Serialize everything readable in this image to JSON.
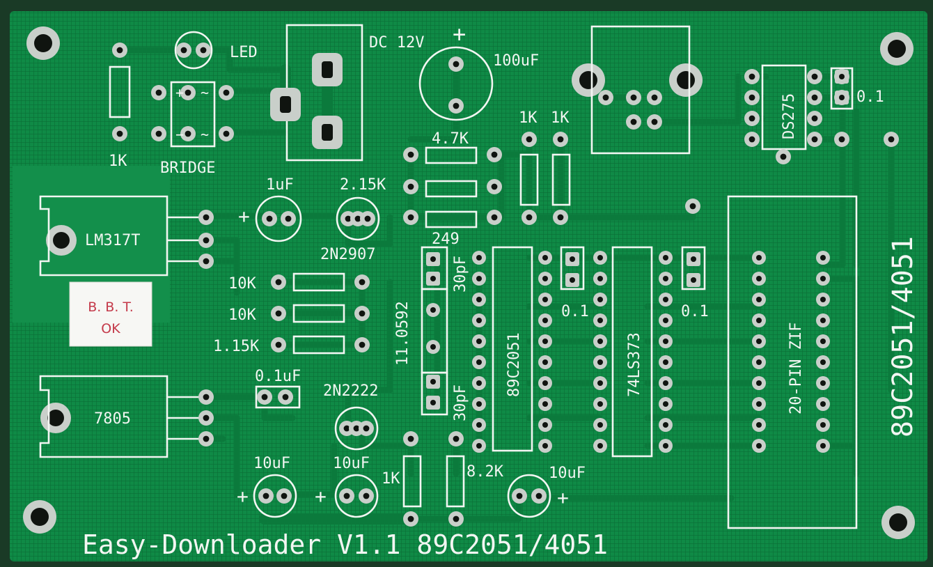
{
  "board": {
    "title": "Easy-Downloader V1.1 89C2051/4051",
    "side_label": "89C2051/4051",
    "colors": {
      "solder_mask": "#0f8a46",
      "silkscreen": "#f2f6f2",
      "pad": "#c9cfca",
      "sticker_text": "#c43a4a"
    }
  },
  "labels": {
    "led": "LED",
    "dc12v": "DC 12V",
    "cap_100uf": "100uF",
    "bridge": "BRIDGE",
    "r1k_left": "1K",
    "lm317t": "LM317T",
    "cap_1uf": "1uF",
    "r215k": "2.15K",
    "r47k": "4.7K",
    "r1k_a": "1K",
    "r1k_b": "1K",
    "r249": "249",
    "t2n2907": "2N2907",
    "ds275": "DS275",
    "c01_right": "0.1",
    "r10k_a": "10K",
    "r10k_b": "10K",
    "r115k": "1.15K",
    "xtal": "11.0592",
    "c30pf_top": "30pF",
    "c30pf_bottom": "30pF",
    "u89c2051": "89C2051",
    "c01_a": "0.1",
    "u74ls373": "74LS373",
    "c01_b": "0.1",
    "zif": "20-PIN ZIF",
    "c01uf": "0.1uF",
    "t2n2222": "2N2222",
    "reg7805": "7805",
    "c10uf_a": "10uF",
    "c10uf_b": "10uF",
    "r1k_bottom": "1K",
    "r82k": "8.2K",
    "c10uf_c": "10uF",
    "plus": "+",
    "minus": "−",
    "tilde": "~"
  },
  "sticker": {
    "line1": "B. B. T.",
    "line2": "OK"
  }
}
